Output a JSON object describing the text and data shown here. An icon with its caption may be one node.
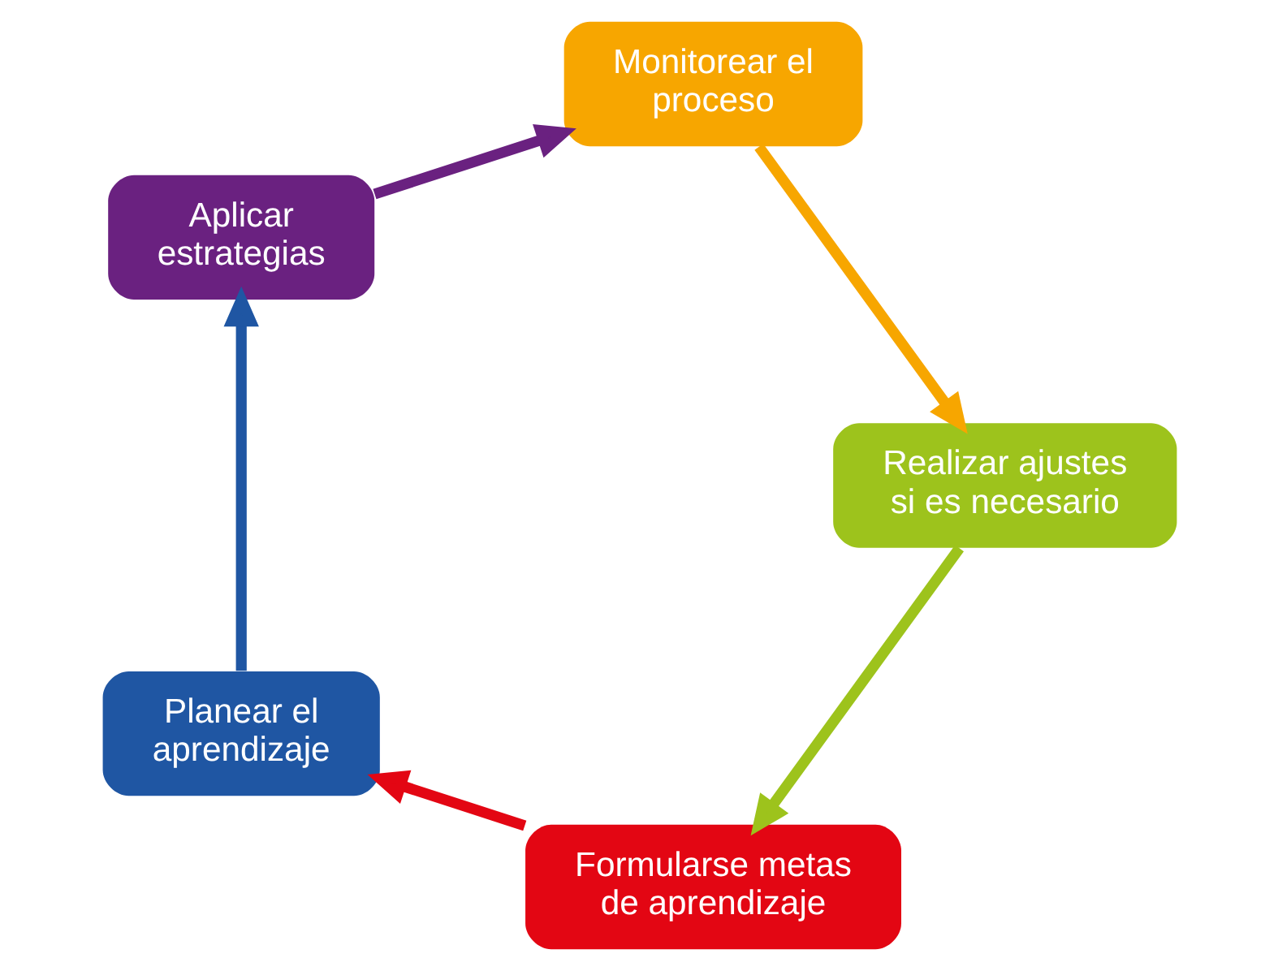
{
  "diagram": {
    "nodes": [
      {
        "text": [
          "Formularse metas de aprendizaje"
        ]
      },
      {
        "text": [
          "Planear el aprendizaje"
        ]
      },
      {
        "text": [
          "Aplicar estrategias"
        ]
      },
      {
        "text": [
          "Monitorear el proceso"
        ]
      },
      {
        "text": [
          "Realizar ajustes si es necesario"
        ]
      }
    ],
    "edges": [
      {
        "from": 0,
        "to": 1,
        "arrow": "to",
        "color": "#e30613"
      },
      {
        "from": 1,
        "to": 2,
        "arrow": "to",
        "color": "#1f56a3"
      },
      {
        "from": 2,
        "to": 3,
        "arrow": "to",
        "color": "#6a2180"
      },
      {
        "from": 3,
        "to": 4,
        "arrow": "to",
        "color": "#f7a600"
      },
      {
        "from": 4,
        "to": 0,
        "arrow": "to",
        "color": "#9dc31c"
      }
    ]
  }
}
